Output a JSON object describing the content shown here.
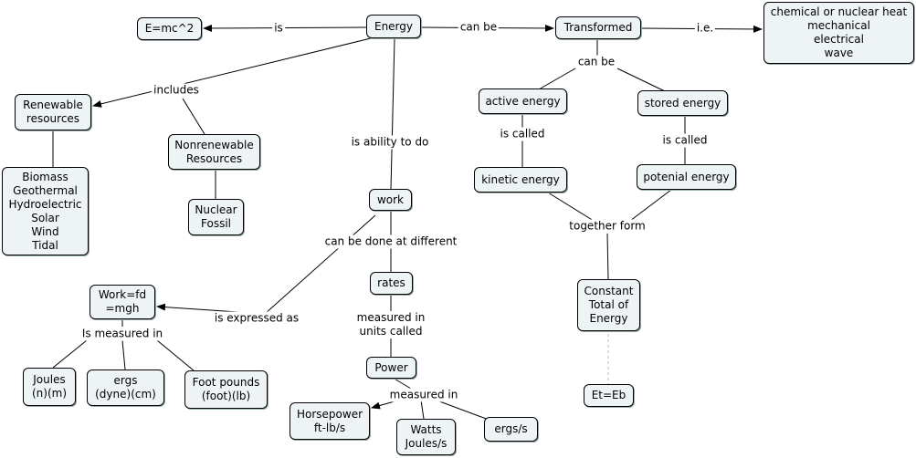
{
  "nodes": {
    "energy": "Energy",
    "emc2": "E=mc^2",
    "transformed": "Transformed",
    "forms": "chemical or nuclear heat\nmechanical\nelectrical\nwave",
    "renewable": "Renewable\nresources",
    "renewable_list": "Biomass\nGeothermal\nHydroelectric\nSolar\nWind\nTidal",
    "nonrenewable": "Nonrenewable\nResources",
    "nonrenewable_list": "Nuclear\nFossil",
    "work": "work",
    "rates": "rates",
    "power": "Power",
    "horsepower": "Horsepower\nft-lb/s",
    "watts": "Watts\nJoules/s",
    "ergs_s": "ergs/s",
    "work_formula": "Work=fd\n=mgh",
    "joules": "Joules\n(n)(m)",
    "ergs": "ergs\n(dyne)(cm)",
    "foot_pounds": "Foot pounds\n(foot)(lb)",
    "active": "active energy",
    "stored": "stored energy",
    "kinetic": "kinetic energy",
    "potential": "potenial energy",
    "constant": "Constant\nTotal of\nEnergy",
    "et_eb": "Et=Eb"
  },
  "links": {
    "is": "is",
    "can_be": "can be",
    "ie": "i.e.",
    "can_be2": "can be",
    "includes": "includes",
    "is_ability_to_do": "is ability to do",
    "is_called1": "is called",
    "is_called2": "is called",
    "together_form": "together form",
    "can_be_done": "can be done at different",
    "is_expressed_as": "is expressed as",
    "measured_in_units": "measured in\nunits called",
    "is_measured_in": "Is measured in",
    "measured_in": "measured in"
  }
}
